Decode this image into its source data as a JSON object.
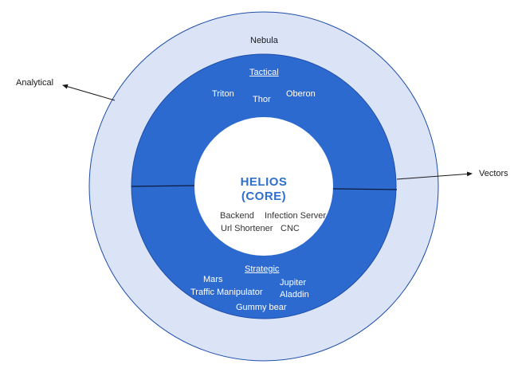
{
  "colors": {
    "outer_ring": "#dbe4f7",
    "outer_stroke": "#1f4ea8",
    "middle_ring": "#2d6ad0",
    "core": "#ffffff",
    "core_text": "#2f6fcd"
  },
  "rings": {
    "outer": {
      "label": "Nebula"
    },
    "middle": {
      "tactical": {
        "title": "Tactical",
        "items": [
          "Triton",
          "Thor",
          "Oberon"
        ]
      },
      "strategic": {
        "title": "Strategic",
        "items": [
          "Mars",
          "Jupiter",
          "Traffic Manipulator",
          "Aladdin",
          "Gummy bear"
        ]
      }
    },
    "core": {
      "title_line1": "HELIOS",
      "title_line2": "(CORE)",
      "items": [
        "Backend",
        "Infection Server",
        "Url Shortener",
        "CNC"
      ]
    }
  },
  "arrows": {
    "left": "Analytical",
    "right": "Vectors"
  }
}
